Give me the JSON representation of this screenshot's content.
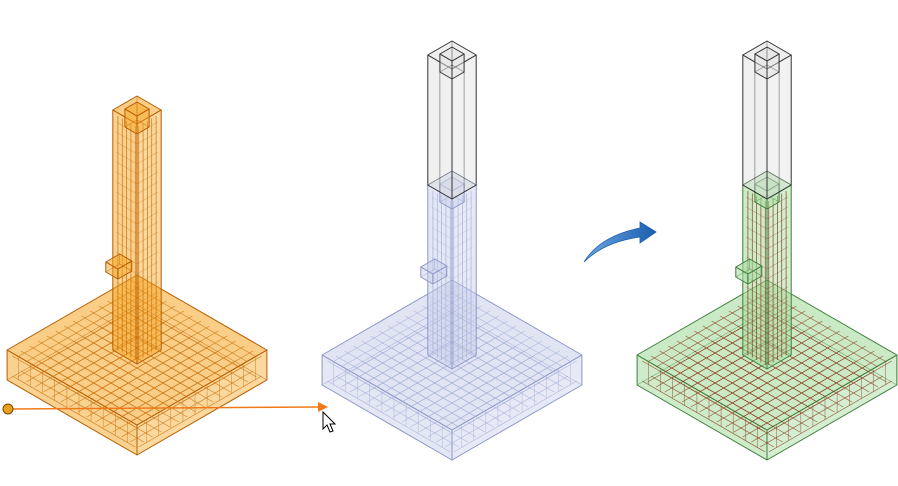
{
  "scene": {
    "models": [
      {
        "id": "selected",
        "fill": "#f5a623",
        "stroke": "#b85c00",
        "rebar": "#c8700a",
        "opacity": 0.55,
        "has_upper_column": false
      },
      {
        "id": "copied-transparent",
        "fill": "#c9d0ea",
        "stroke": "#8d97c8",
        "rebar": "#a6b0d8",
        "opacity": 0.55,
        "has_upper_column": true
      },
      {
        "id": "result",
        "fill": "#a6dca0",
        "stroke": "#3e7d3a",
        "rebar": "#8a3a1c",
        "opacity": 0.6,
        "has_upper_column": true
      }
    ],
    "upper_column_fill": "#e2e2e2",
    "upper_column_stroke": "#333333",
    "move_line_color": "#f07a1a",
    "arrow_color": "#1a5fb0",
    "cursor": "arrow-cursor-icon"
  }
}
